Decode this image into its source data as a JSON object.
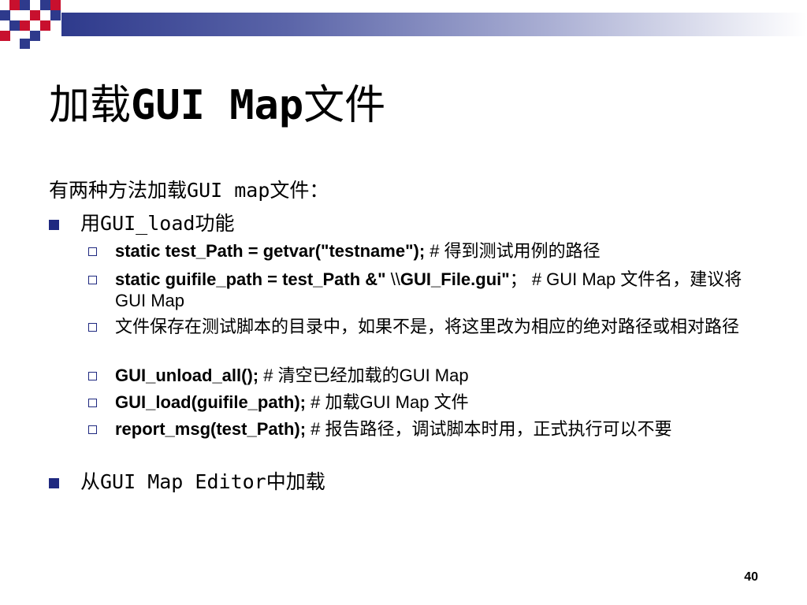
{
  "slide": {
    "title_prefix": "加载",
    "title_code": "GUI Map",
    "title_suffix": "文件",
    "page_number": "40",
    "colors": {
      "accent": "#1f2980",
      "checker_red": "#c8102e",
      "checker_navy": "#2e3a8c"
    }
  },
  "intro": {
    "prefix": "有两种方法加载",
    "code": "GUI map",
    "suffix": "文件："
  },
  "bullets": [
    {
      "prefix": "用",
      "code": "GUI_load",
      "suffix": "功能",
      "icon": "square-bullet-icon"
    },
    {
      "code": "从GUI Map Editor",
      "suffix": "中加载",
      "icon": "square-bullet-icon"
    }
  ],
  "sub_bullets": [
    {
      "code": "static test_Path = getvar(\"testname\");",
      "comment": " # 得到测试用例的路径"
    },
    {
      "code": "static guifile_path = test_Path &\"",
      "mid": " \\\\",
      "code2": "GUI_File.gui\"",
      "comment": "；  # GUI Map 文件名，建议将GUI Map"
    },
    {
      "comment": "文件保存在测试脚本的目录中，如果不是，将这里改为相应的绝对路径或相对路径"
    },
    {
      "code": "GUI_unload_all();",
      "comment": " # 清空已经加载的GUI Map"
    },
    {
      "code": "GUI_load(guifile_path);",
      "comment": " # 加载GUI Map 文件"
    },
    {
      "code": "report_msg(test_Path);",
      "comment": " # 报告路径，调试脚本时用，正式执行可以不要"
    }
  ]
}
